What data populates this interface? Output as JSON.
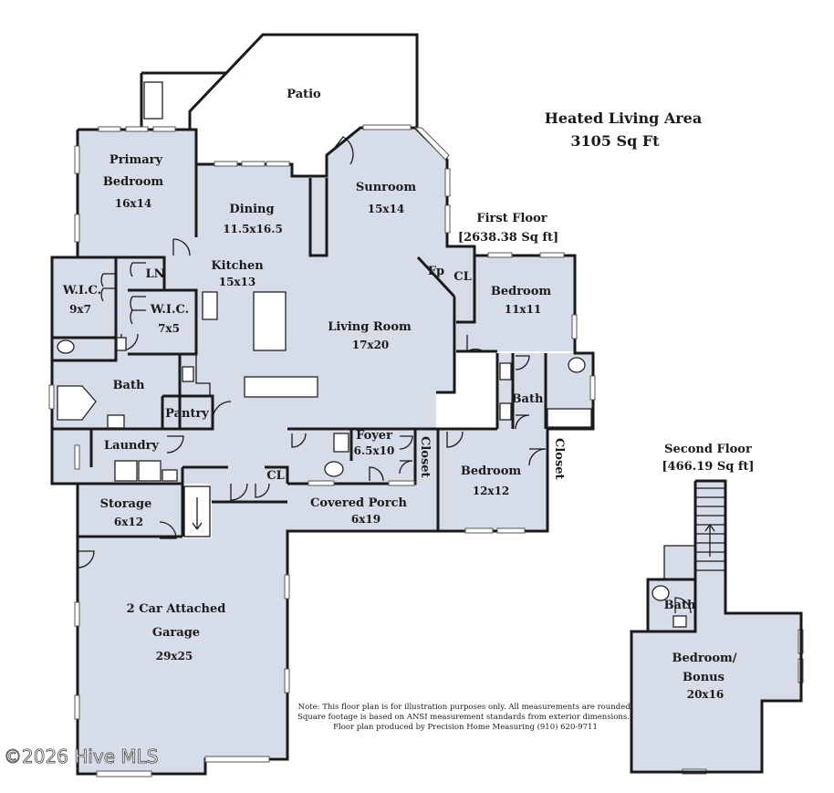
{
  "summary": {
    "title": "Heated Living Area",
    "total": "3105 Sq Ft"
  },
  "floors": {
    "first": {
      "name": "First Floor",
      "area": "[2638.38 Sq ft]"
    },
    "second": {
      "name": "Second Floor",
      "area": "[466.19 Sq ft]"
    }
  },
  "rooms": {
    "patio": {
      "name": "Patio"
    },
    "primary_bedroom": {
      "name1": "Primary",
      "name2": "Bedroom",
      "dims": "16x14"
    },
    "dining": {
      "name": "Dining",
      "dims": "11.5x16.5"
    },
    "sunroom": {
      "name": "Sunroom",
      "dims": "15x14"
    },
    "kitchen": {
      "name": "Kitchen",
      "dims": "15x13"
    },
    "wic1": {
      "name": "W.I.C.",
      "dims": "9x7"
    },
    "ln": {
      "name": "LN"
    },
    "wic2": {
      "name": "W.I.C.",
      "dims": "7x5"
    },
    "living_room": {
      "name": "Living Room",
      "dims": "17x20"
    },
    "fp": {
      "name": "Fp"
    },
    "cl1": {
      "name": "CL"
    },
    "bedroom1": {
      "name": "Bedroom",
      "dims": "11x11"
    },
    "primary_bath": {
      "name": "Bath"
    },
    "pantry": {
      "name": "Pantry"
    },
    "bath2": {
      "name": "Bath"
    },
    "foyer": {
      "name": "Foyer",
      "dims": "6.5x10"
    },
    "closet1": {
      "name": "Closet"
    },
    "closet2": {
      "name": "Closet"
    },
    "bedroom2": {
      "name": "Bedroom",
      "dims": "12x12"
    },
    "laundry": {
      "name": "Laundry"
    },
    "cl2": {
      "name": "CL"
    },
    "storage": {
      "name": "Storage",
      "dims": "6x12"
    },
    "covered_porch": {
      "name": "Covered  Porch",
      "dims": "6x19"
    },
    "garage": {
      "name1": "2 Car Attached",
      "name2": "Garage",
      "dims": "29x25"
    },
    "bath3": {
      "name": "Bath"
    },
    "bonus": {
      "name1": "Bedroom/",
      "name2": "Bonus",
      "dims": "20x16"
    }
  },
  "note": {
    "line1": "Note: This floor plan is for illustration purposes only. All measurements are rounded.",
    "line2": "Square footage is based on ANSI measurement standards from exterior dimensions.",
    "line3": "Floor plan produced by Precision Home Measuring (910) 620-9711"
  },
  "watermark": "©2026 Hive MLS"
}
